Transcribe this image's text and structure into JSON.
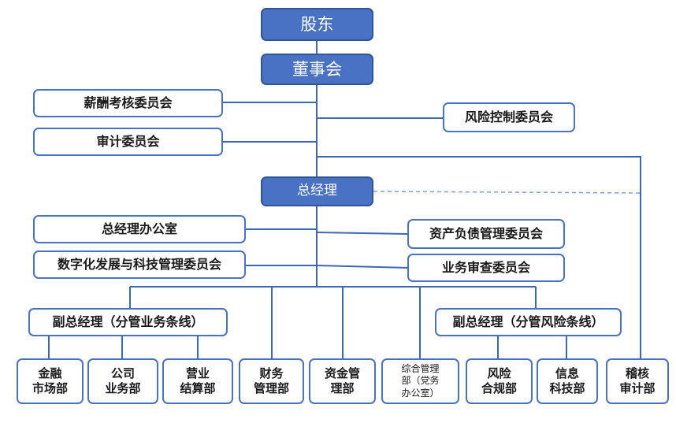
{
  "org_chart": {
    "shareholders": "股东",
    "board": "董事会",
    "committees_left": [
      "薪酬考核委员会",
      "审计委员会"
    ],
    "committees_right": [
      "风险控制委员会"
    ],
    "general_manager": "总经理",
    "gm_left": [
      "总经理办公室",
      "数字化发展与科技管理委员会"
    ],
    "gm_right": [
      "资产负债管理委员会",
      "业务审查委员会"
    ],
    "deputy_business": "副总经理（分管业务条线）",
    "deputy_risk": "副总经理（分管风险条线）",
    "departments": [
      {
        "line1": "金融",
        "line2": "市场部"
      },
      {
        "line1": "公司",
        "line2": "业务部"
      },
      {
        "line1": "营业",
        "line2": "结算部"
      },
      {
        "line1": "财务",
        "line2": "管理部"
      },
      {
        "line1": "资金管",
        "line2": "理部"
      },
      {
        "line1": "综合管理",
        "line2": "部（党务",
        "line3": "办公室）"
      },
      {
        "line1": "风险",
        "line2": "合规部"
      },
      {
        "line1": "信息",
        "line2": "科技部"
      },
      {
        "line1": "稽核",
        "line2": "审计部"
      }
    ]
  },
  "colors": {
    "accent_fill": "#4a72c4",
    "accent_border": "#2f5597",
    "line": "#3f67b5",
    "dashed_line": "#7f9fd6"
  }
}
